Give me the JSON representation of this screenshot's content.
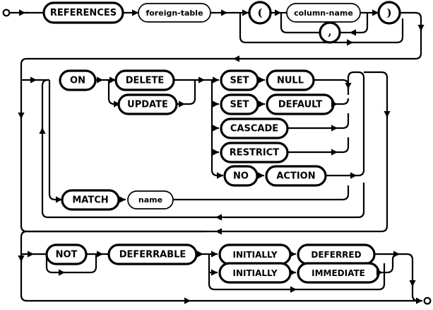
{
  "diagram": {
    "kind": "railroad-syntax-diagram",
    "title": "REFERENCES foreign-key clause",
    "start_marker": "start-circle",
    "end_marker": "end-circle",
    "colors": {
      "stroke": "#000000",
      "background": "#ffffff",
      "text": "#000000"
    },
    "nodes": {
      "references": {
        "label": "REFERENCES",
        "type": "terminal"
      },
      "foreign_table": {
        "label": "foreign-table",
        "type": "nonterminal"
      },
      "lparen": {
        "label": "(",
        "type": "terminal-punct"
      },
      "column_name": {
        "label": "column-name",
        "type": "nonterminal"
      },
      "comma": {
        "label": ",",
        "type": "terminal-punct"
      },
      "rparen": {
        "label": ")",
        "type": "terminal-punct"
      },
      "on": {
        "label": "ON",
        "type": "terminal"
      },
      "delete": {
        "label": "DELETE",
        "type": "terminal"
      },
      "update": {
        "label": "UPDATE",
        "type": "terminal"
      },
      "set1": {
        "label": "SET",
        "type": "terminal"
      },
      "null": {
        "label": "NULL",
        "type": "terminal"
      },
      "set2": {
        "label": "SET",
        "type": "terminal"
      },
      "default": {
        "label": "DEFAULT",
        "type": "terminal"
      },
      "cascade": {
        "label": "CASCADE",
        "type": "terminal"
      },
      "restrict": {
        "label": "RESTRICT",
        "type": "terminal"
      },
      "no": {
        "label": "NO",
        "type": "terminal"
      },
      "action": {
        "label": "ACTION",
        "type": "terminal"
      },
      "match": {
        "label": "MATCH",
        "type": "terminal"
      },
      "name": {
        "label": "name",
        "type": "nonterminal"
      },
      "not": {
        "label": "NOT",
        "type": "terminal"
      },
      "deferrable": {
        "label": "DEFERRABLE",
        "type": "terminal"
      },
      "initially1": {
        "label": "INITIALLY",
        "type": "terminal"
      },
      "deferred": {
        "label": "DEFERRED",
        "type": "terminal"
      },
      "initially2": {
        "label": "INITIALLY",
        "type": "terminal"
      },
      "immediate": {
        "label": "IMMEDIATE",
        "type": "terminal"
      }
    }
  }
}
